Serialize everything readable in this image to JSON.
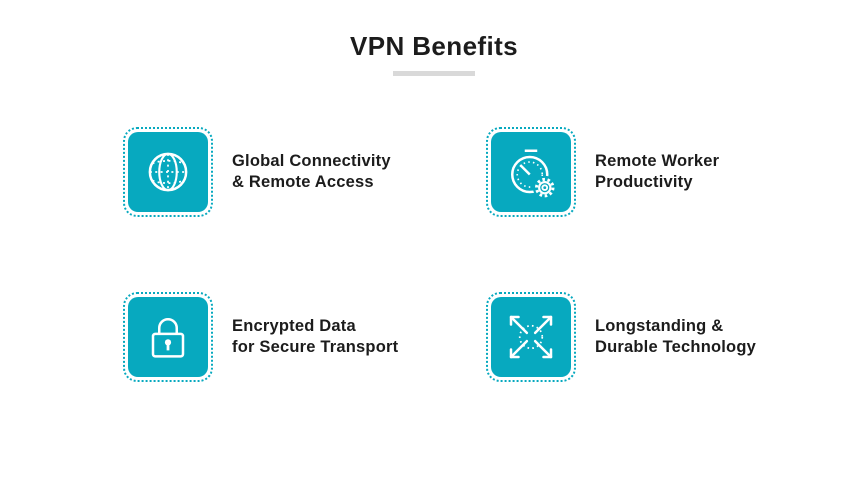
{
  "page": {
    "title": "VPN Benefits"
  },
  "colors": {
    "accent": "#07a9bf",
    "divider": "#d9d9d9",
    "text": "#1c1c1c",
    "icon_stroke": "#ffffff",
    "background": "#ffffff"
  },
  "benefits": [
    {
      "icon": "globe-icon",
      "label": "Global Connectivity\n& Remote Access"
    },
    {
      "icon": "stopwatch-gear-icon",
      "label": "Remote Worker\nProductivity"
    },
    {
      "icon": "lock-icon",
      "label": "Encrypted Data\nfor Secure Transport"
    },
    {
      "icon": "expand-arrows-icon",
      "label": "Longstanding &\nDurable Technology"
    }
  ]
}
